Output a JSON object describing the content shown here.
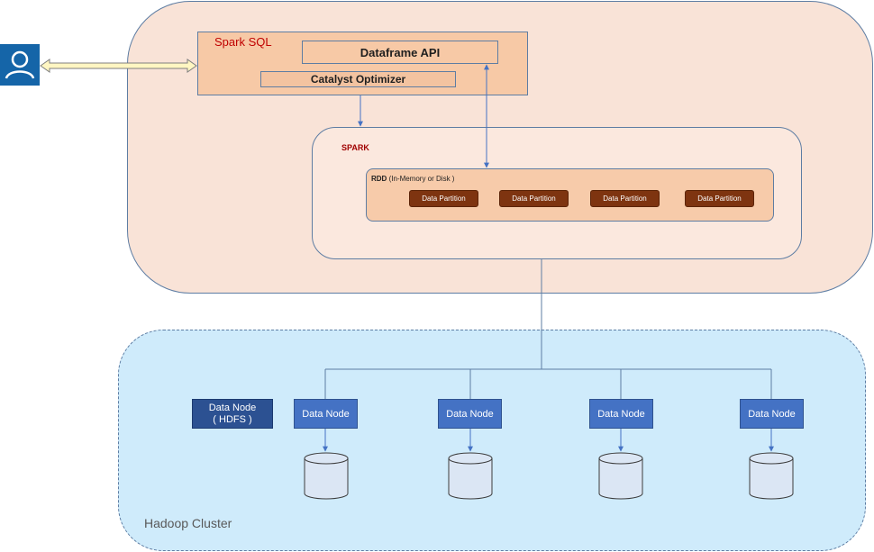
{
  "spark_sql": {
    "title": "Spark SQL",
    "dataframe_api": "Dataframe API",
    "catalyst_optimizer": "Catalyst Optimizer"
  },
  "spark": {
    "label": "SPARK",
    "rdd_label_bold": "RDD",
    "rdd_label_rest": " (In-Memory or Disk )",
    "partitions": [
      "Data Partition",
      "Data Partition",
      "Data Partition",
      "Data Partition"
    ]
  },
  "hadoop": {
    "label": "Hadoop Cluster",
    "legend_line1": "Data Node",
    "legend_line2": "( HDFS )",
    "nodes": [
      "Data Node",
      "Data Node",
      "Data Node",
      "Data Node"
    ]
  },
  "icons": {
    "user": "user-icon",
    "database": "database-icon"
  },
  "colors": {
    "spark_bg": "#f9e3d7",
    "partition": "#7e3410",
    "hadoop_bg": "#cfebfb",
    "data_node": "#4472c4",
    "data_node_legend": "#2c5192",
    "spark_sql_title": "#c00000"
  }
}
